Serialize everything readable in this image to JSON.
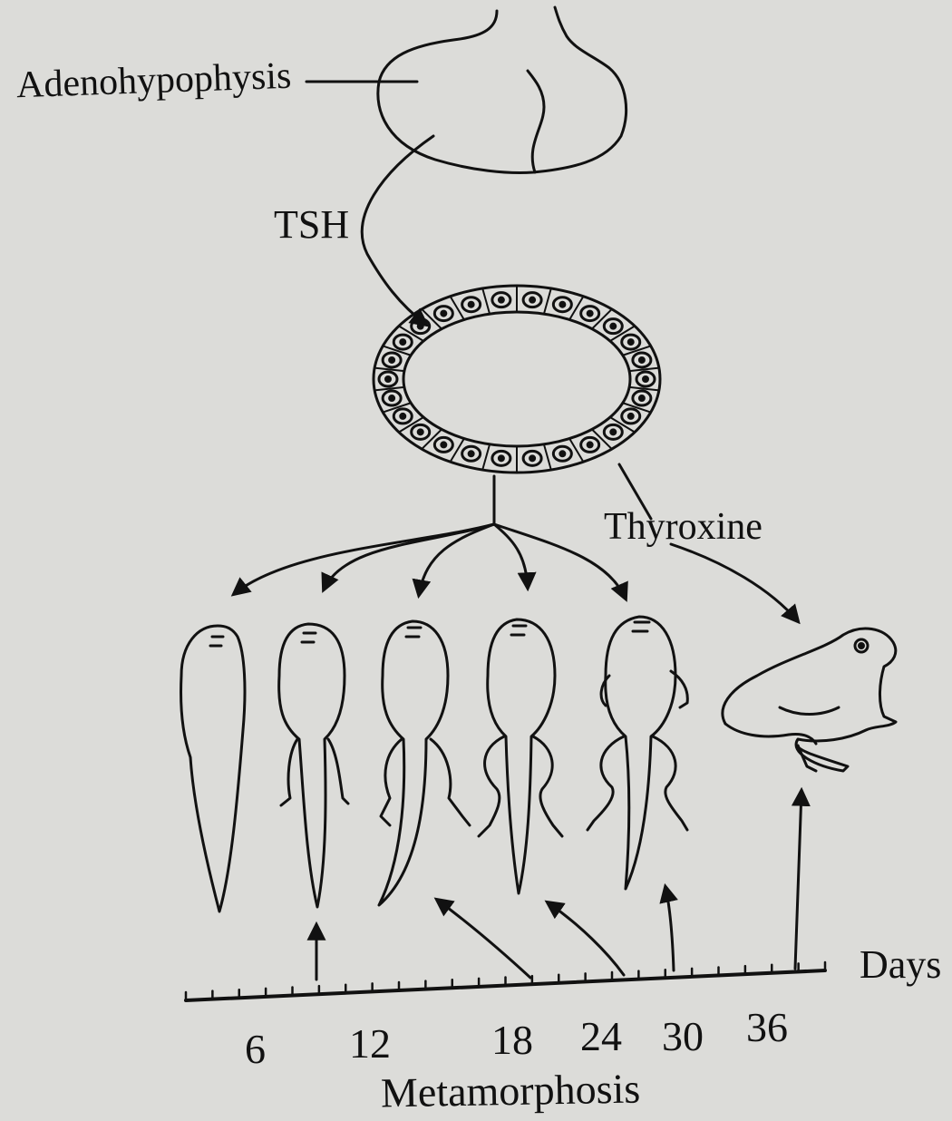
{
  "labels": {
    "gland": "Adenohypophysis",
    "hormone_1": "TSH",
    "hormone_2": "Thyroxine",
    "axis_unit": "Days",
    "axis_title": "Metamorphosis"
  },
  "timeline": {
    "ticks": [
      "6",
      "12",
      "18",
      "24",
      "30",
      "36"
    ]
  },
  "stages": [
    {
      "name": "tadpole"
    },
    {
      "name": "tadpole-with-hind-limb-buds"
    },
    {
      "name": "tadpole-with-hind-legs"
    },
    {
      "name": "tadpole-with-developed-hind-legs"
    },
    {
      "name": "tadpole-with-forelimbs"
    },
    {
      "name": "adult-frog"
    }
  ],
  "colors": {
    "ink": "#111111",
    "paper": "#dcdcd9"
  }
}
